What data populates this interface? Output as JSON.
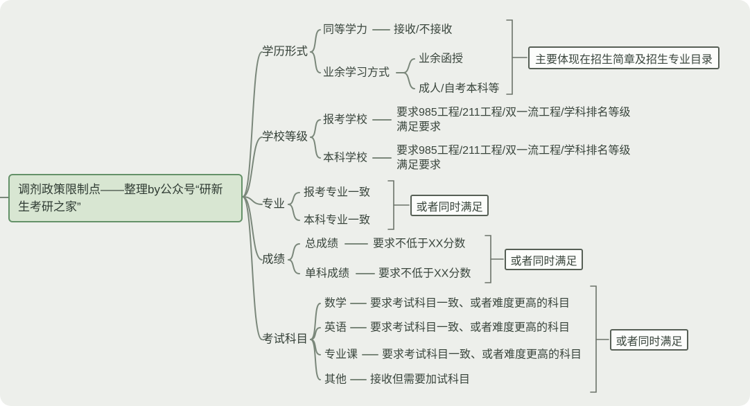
{
  "title": "调剂政策限制点思维导图",
  "colors": {
    "background": "#edefeb",
    "line": "#7a877a",
    "bracket": "#6b7269",
    "root_fill": "#d8e6d2",
    "root_border": "#649168",
    "note_border": "#565f55",
    "text": "#39453c"
  },
  "root": {
    "label": "调剂政策限制点——整理by公众号“研新生考研之家”"
  },
  "branches": [
    {
      "label": "学历形式",
      "children": [
        {
          "label": "同等学力",
          "leaf": "接收/不接收"
        },
        {
          "label": "业余学习方式",
          "leaves": [
            "业余函授",
            "成人/自考本科等"
          ]
        }
      ],
      "note": "主要体现在招生简章及招生专业目录"
    },
    {
      "label": "学校等级",
      "children": [
        {
          "label": "报考学校",
          "leaf": "要求985工程/211工程/双一流工程/学科排名等级\n满足要求"
        },
        {
          "label": "本科学校",
          "leaf": "要求985工程/211工程/双一流工程/学科排名等级\n满足要求"
        }
      ]
    },
    {
      "label": "专业",
      "children": [
        {
          "label": "报考专业一致"
        },
        {
          "label": "本科专业一致"
        }
      ],
      "note": "或者同时满足"
    },
    {
      "label": "成绩",
      "children": [
        {
          "label": "总成绩",
          "leaf": "要求不低于XX分数"
        },
        {
          "label": "单科成绩",
          "leaf": "要求不低于XX分数"
        }
      ],
      "note": "或者同时满足"
    },
    {
      "label": "考试科目",
      "children": [
        {
          "label": "数学",
          "leaf": "要求考试科目一致、或者难度更高的科目"
        },
        {
          "label": "英语",
          "leaf": "要求考试科目一致、或者难度更高的科目"
        },
        {
          "label": "专业课",
          "leaf": "要求考试科目一致、或者难度更高的科目"
        },
        {
          "label": "其他",
          "leaf": "接收但需要加试科目"
        }
      ],
      "note": "或者同时满足"
    }
  ]
}
